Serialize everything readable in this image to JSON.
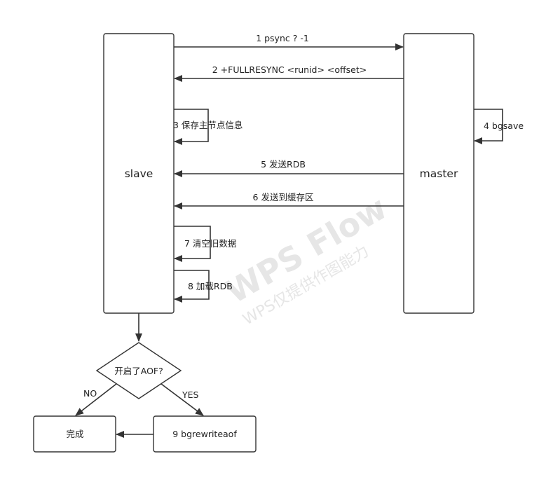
{
  "nodes": {
    "slave": "slave",
    "master": "master",
    "decision": "开启了AOF?",
    "done": "完成",
    "rewrite": "9 bgrewriteaof"
  },
  "steps": {
    "s1": "1 psync ? -1",
    "s2": "2 +FULLRESYNC <runid> <offset>",
    "s3": "3 保存主节点信息",
    "s4": "4 bgsave",
    "s5": "5 发送RDB",
    "s6": "6 发送到缓存区",
    "s7": "7 清空旧数据",
    "s8": "8 加载RDB"
  },
  "branches": {
    "no": "NO",
    "yes": "YES"
  },
  "watermark": {
    "brand": "WPS Flow",
    "tagline": "WPS仅提供作图能力"
  },
  "colors": {
    "stroke": "#333333",
    "text": "#222222",
    "watermark": "#e6e6e6",
    "background": "#ffffff"
  }
}
